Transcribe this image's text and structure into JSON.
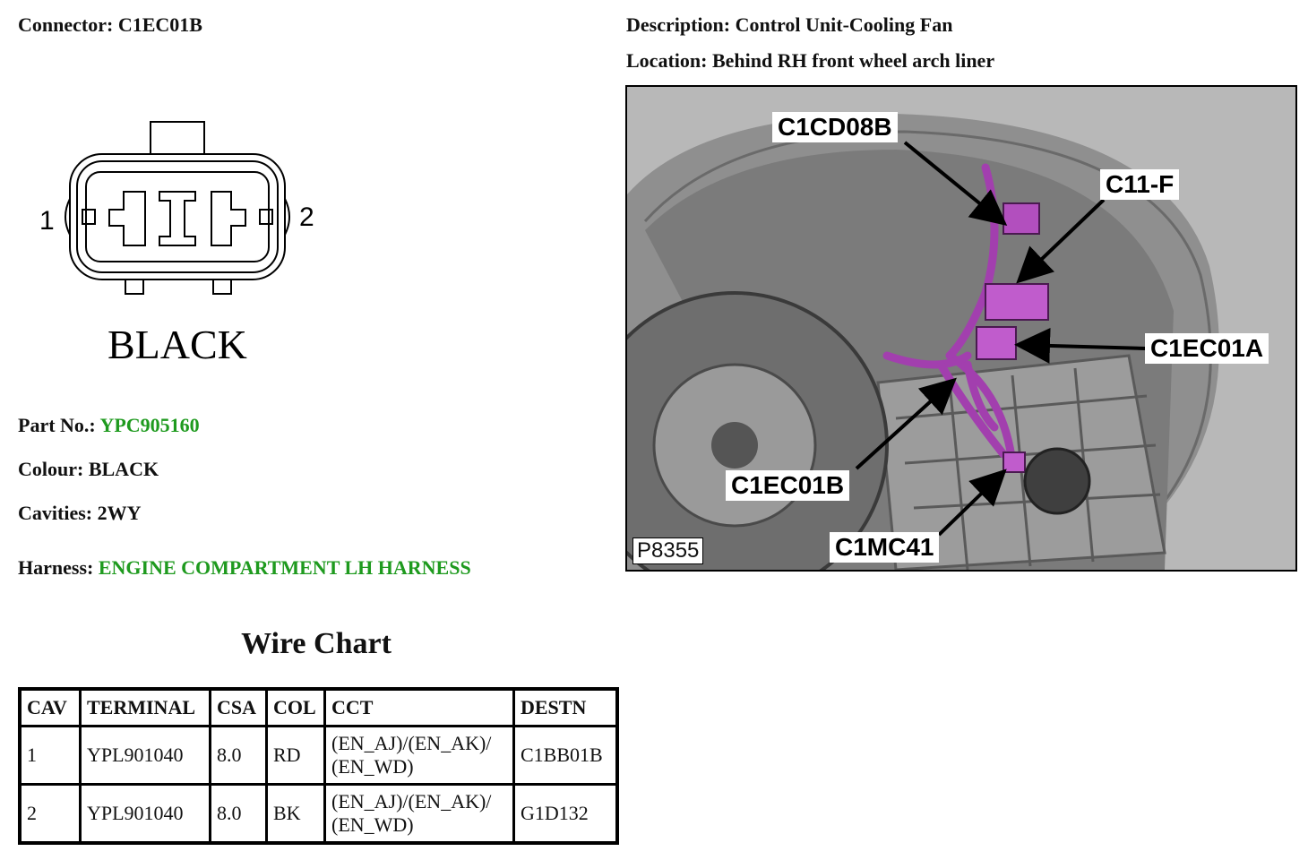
{
  "connector": {
    "label": "Connector:",
    "value": "C1EC01B"
  },
  "description": {
    "label": "Description:",
    "value": "Control Unit-Cooling Fan"
  },
  "location": {
    "label": "Location:",
    "value": "Behind RH front wheel arch liner"
  },
  "diagram": {
    "pin_left": "1",
    "pin_right": "2",
    "color_text": "BLACK"
  },
  "part_no": {
    "label": "Part No.:",
    "value": "YPC905160"
  },
  "colour": {
    "label": "Colour:",
    "value": "BLACK"
  },
  "cavities": {
    "label": "Cavities:",
    "value": "2WY"
  },
  "harness": {
    "label": "Harness:",
    "value": "ENGINE COMPARTMENT LH HARNESS"
  },
  "wire_chart": {
    "title": "Wire Chart",
    "headers": [
      "CAV",
      "TERMINAL",
      "CSA",
      "COL",
      "CCT",
      "DESTN"
    ],
    "rows": [
      {
        "cav": "1",
        "terminal": "YPL901040",
        "csa": "8.0",
        "col": "RD",
        "cct_line1": "(EN_AJ)/(EN_AK)/",
        "cct_line2": "(EN_WD)",
        "destn": "C1BB01B"
      },
      {
        "cav": "2",
        "terminal": "YPL901040",
        "csa": "8.0",
        "col": "BK",
        "cct_line1": "(EN_AJ)/(EN_AK)/",
        "cct_line2": "(EN_WD)",
        "destn": "G1D132"
      }
    ]
  },
  "photo": {
    "callouts": [
      "C1CD08B",
      "C11-F",
      "C1EC01A",
      "C1EC01B",
      "C1MC41"
    ],
    "ref": "P8355"
  },
  "colors": {
    "link_green": "#1e9a1e",
    "harness_purple": "#a23fae"
  }
}
